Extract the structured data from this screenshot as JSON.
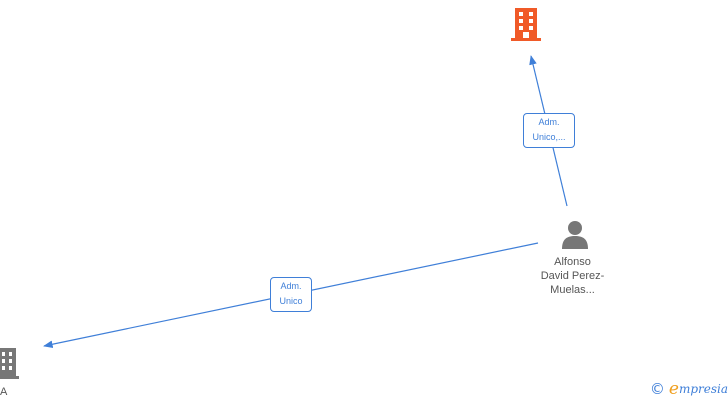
{
  "colors": {
    "edge": "#3f7fd8",
    "company_highlight": "#f05a28",
    "company": "#777777",
    "person": "#777777",
    "brand_accent": "#f0a020"
  },
  "nodes": {
    "company_top": {
      "icon": "building-icon",
      "label": ""
    },
    "company_bottom_left": {
      "icon": "building-icon",
      "label": "A"
    },
    "person": {
      "icon": "person-icon",
      "label_lines": [
        "Alfonso",
        "David Perez-",
        "Muelas..."
      ]
    }
  },
  "edges": {
    "to_top": {
      "label_lines": [
        "Adm.",
        "Unico,..."
      ]
    },
    "to_bottom_left": {
      "label_lines": [
        "Adm.",
        "Unico"
      ]
    }
  },
  "brand": {
    "copyright_symbol": "©",
    "name_first_letter": "e",
    "name_rest": "mpresia"
  }
}
